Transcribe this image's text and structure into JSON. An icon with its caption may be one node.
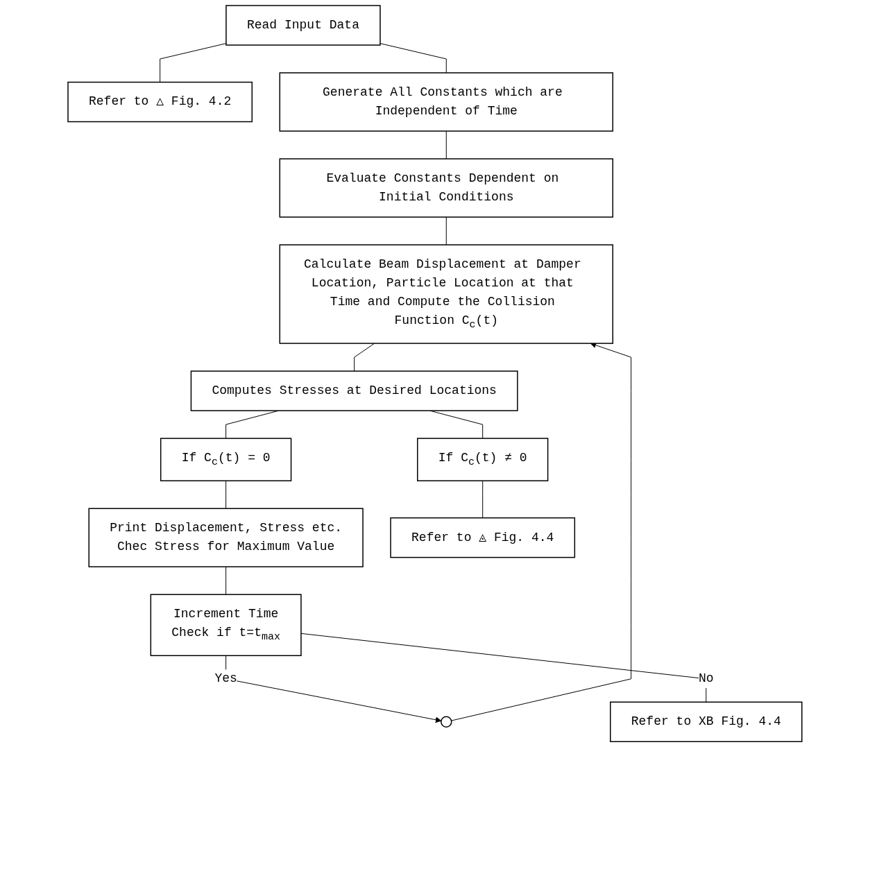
{
  "diagram": {
    "nodes": [
      {
        "text": [
          "Read Input Data"
        ]
      },
      {
        "text": [
          "Refer to △ Fig. 4.2"
        ]
      },
      {
        "text": [
          "Generate All Constants which are Independent of Time"
        ]
      },
      {
        "text": [
          "Evaluate Constants Dependent on Initial Conditions"
        ]
      },
      {
        "text": [
          "Calculate Beam Displacement at Damper Location, Particle Location at that Time and Compute the Collision Function C$_{c}$(t)"
        ]
      },
      {
        "text": [
          "Computes Stresses at Desired Locations"
        ]
      },
      {
        "text": [
          "If C$_{c}$(t) = 0"
        ]
      },
      {
        "text": [
          "If C$_{c}$(t) ≠ 0"
        ]
      },
      {
        "text": [
          "Print Displacement, Stress etc.",
          "Chec Stress for Maximum Value"
        ]
      },
      {
        "text": [
          "Refer to ◬ Fig. 4.4"
        ]
      },
      {
        "text": [
          "Increment Time",
          "Check if t=t$_{max}$"
        ]
      },
      {
        "text": [
          "Refer to XB Fig. 4.4"
        ]
      },
      {
        "text": [],
        "shape": "circle"
      }
    ],
    "edges": [
      {
        "from": 0,
        "to": 1,
        "arrow": "none"
      },
      {
        "from": 0,
        "to": 2,
        "arrow": "none"
      },
      {
        "from": 2,
        "to": 3,
        "arrow": "none"
      },
      {
        "from": 3,
        "to": 4,
        "arrow": "none"
      },
      {
        "from": 12,
        "to": 4,
        "arrow": "to"
      },
      {
        "from": 4,
        "to": 5,
        "arrow": "none"
      },
      {
        "from": 5,
        "to": 6,
        "arrow": "none"
      },
      {
        "from": 5,
        "to": 7,
        "arrow": "none"
      },
      {
        "from": 6,
        "to": 8,
        "arrow": "none"
      },
      {
        "from": 7,
        "to": 9,
        "arrow": "none"
      },
      {
        "from": 8,
        "to": 10,
        "arrow": "none"
      },
      {
        "from": 10,
        "to": 12,
        "arrow": "to",
        "label": "Yes"
      },
      {
        "from": 10,
        "to": 11,
        "arrow": "none",
        "label": "No"
      }
    ]
  }
}
